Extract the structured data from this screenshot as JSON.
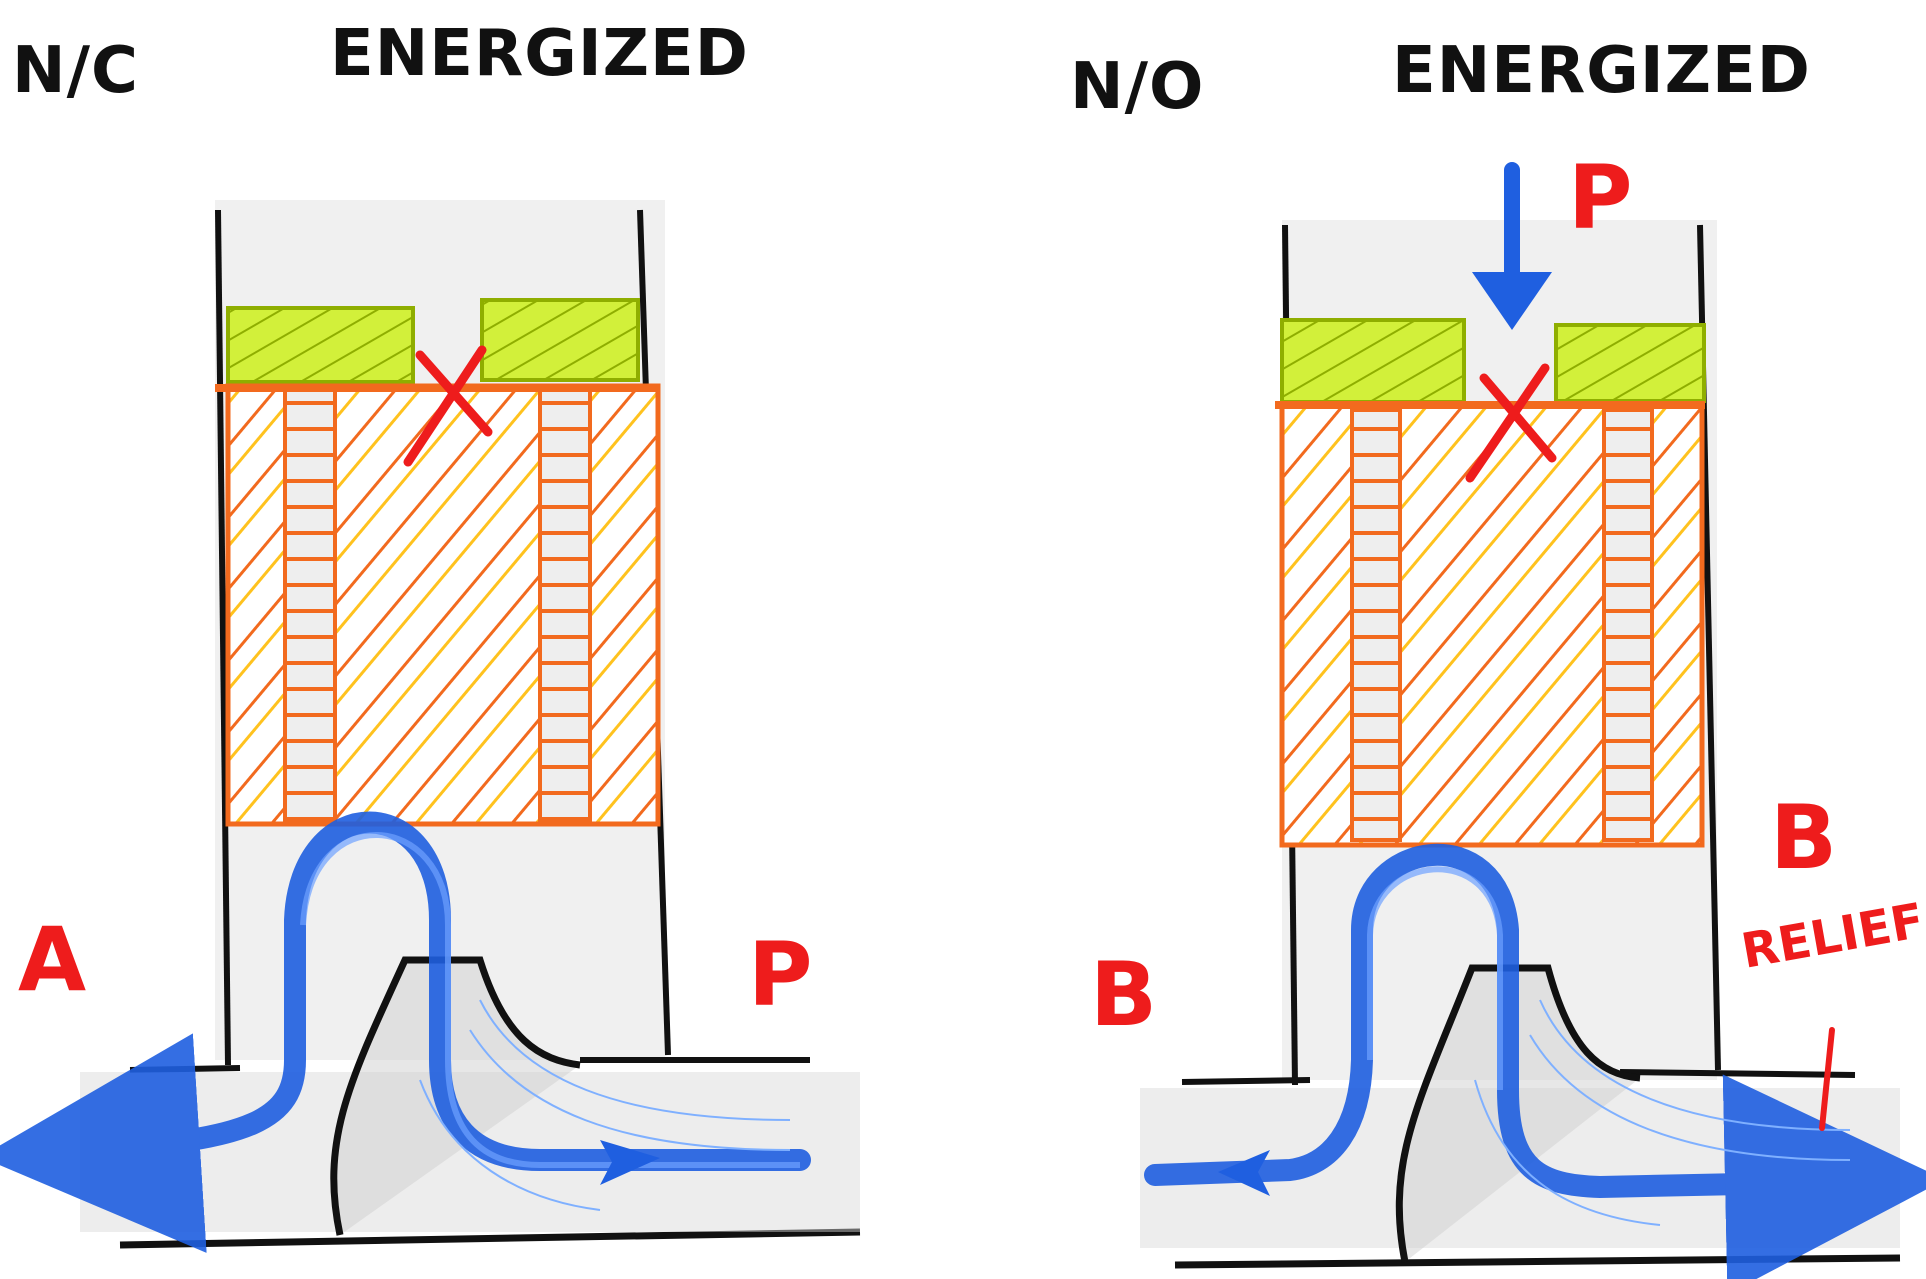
{
  "colors": {
    "ink": "#111111",
    "port_label": "#ee1c1c",
    "flow": "#1f5fe0",
    "armature": "#c5e81c",
    "plunger_hatch": "#f26a1e",
    "plunger_hatch_light": "#ffc21e",
    "body_shade": "#dcdcdc",
    "block_x": "#ee1c1c"
  },
  "panels": [
    {
      "id": "nc",
      "type_label": "N/C",
      "state_label": "ENERGIZED",
      "inlet_port": "P",
      "outlet_port": "A",
      "orifice_marker": "blocked-x"
    },
    {
      "id": "no",
      "type_label": "N/O",
      "state_label": "ENERGIZED",
      "top_port": "P",
      "side_port": "B",
      "right_port": "B",
      "relief_label": "RELIEF",
      "orifice_marker": "blocked-x"
    }
  ]
}
